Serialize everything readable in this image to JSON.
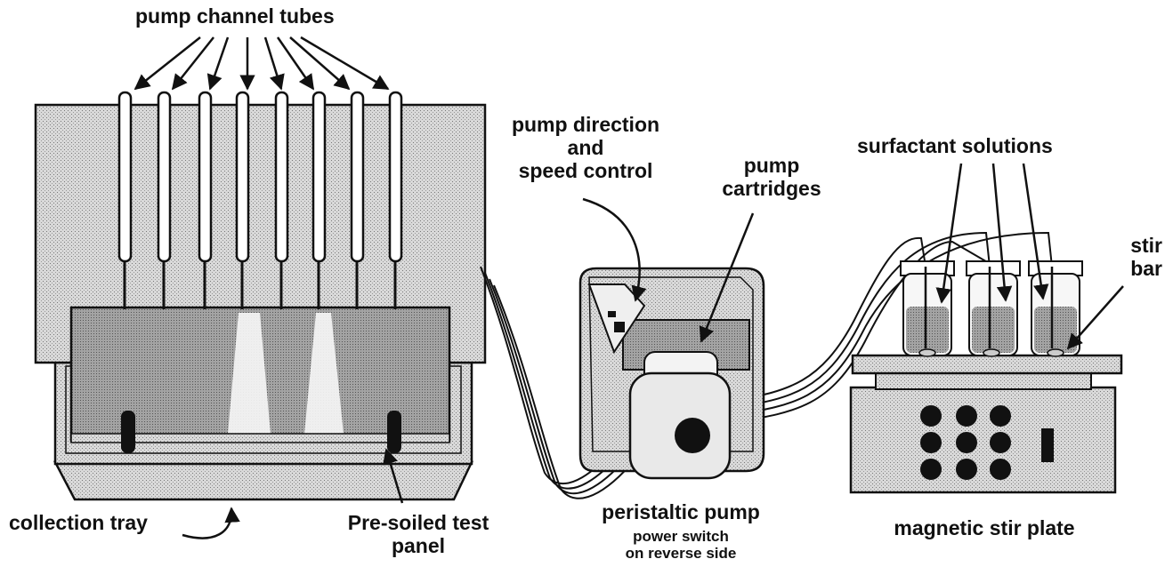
{
  "labels": {
    "pump_channel_tubes": "pump channel tubes",
    "pump_direction_1": "pump direction",
    "pump_direction_2": "and",
    "pump_direction_3": "speed control",
    "pump_cartridges_1": "pump",
    "pump_cartridges_2": "cartridges",
    "surfactant_solutions": "surfactant solutions",
    "stir_bar_1": "stir",
    "stir_bar_2": "bar",
    "collection_tray": "collection tray",
    "pre_soiled_1": "Pre-soiled test",
    "pre_soiled_2": "panel",
    "peristaltic_pump": "peristaltic pump",
    "power_switch_1": "power switch",
    "power_switch_2": "on reverse side",
    "magnetic_stir_plate": "magnetic stir plate"
  },
  "colors": {
    "ink": "#111111",
    "stipple": "#cfcfcf",
    "liquid": "#9c9c9c",
    "background": "#ffffff"
  },
  "counts": {
    "pump_channel_tubes": 8,
    "surfactant_bottles": 3,
    "stir_plate_knobs": 9
  }
}
